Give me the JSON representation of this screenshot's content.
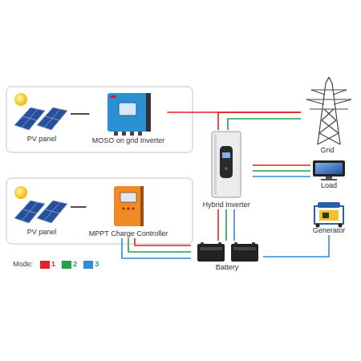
{
  "diagram": {
    "nodes": [
      {
        "text": [
          "PV panel"
        ]
      },
      {
        "text": [
          "MOSO on grid Inverter"
        ]
      },
      {
        "text": [
          "Grid"
        ]
      },
      {
        "text": [
          "Hybrid Inverter"
        ]
      },
      {
        "text": [
          "Load"
        ]
      },
      {
        "text": [
          "PV panel"
        ]
      },
      {
        "text": [
          "MPPT Charge Controller"
        ]
      },
      {
        "text": [
          "Generator"
        ]
      },
      {
        "text": [
          "Battery"
        ]
      }
    ],
    "edges": [
      {
        "from": 0,
        "to": 1,
        "arrow": "none"
      },
      {
        "from": 1,
        "to": 2,
        "arrow": "none"
      },
      {
        "from": 3,
        "to": 2,
        "arrow": "none"
      },
      {
        "from": 3,
        "to": 4,
        "arrow": "none"
      },
      {
        "from": 5,
        "to": 6,
        "arrow": "none"
      },
      {
        "from": 6,
        "to": 8,
        "arrow": "none"
      },
      {
        "from": 3,
        "to": 8,
        "arrow": "none"
      },
      {
        "from": 7,
        "to": 8,
        "arrow": "none"
      }
    ],
    "labels": [
      "Mode:"
    ],
    "legend": [
      {
        "text": "1",
        "color": "#e42229"
      },
      {
        "text": "2",
        "color": "#1fa24a"
      },
      {
        "text": "3",
        "color": "#2b8fd8"
      }
    ]
  }
}
